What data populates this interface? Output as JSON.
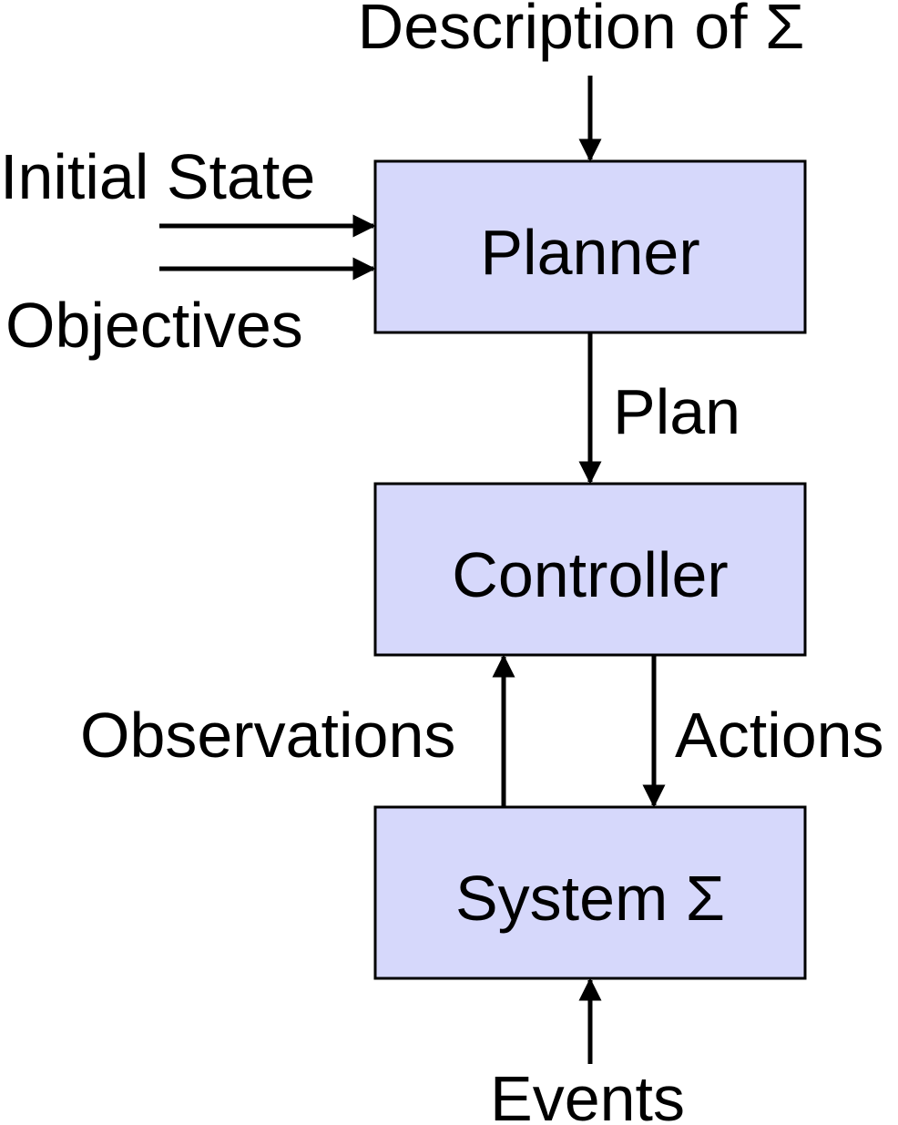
{
  "colors": {
    "box_fill": "#d6d8fb",
    "box_stroke": "#000000",
    "arrow": "#000000",
    "text": "#000000"
  },
  "boxes": {
    "planner": "Planner",
    "controller": "Controller",
    "system": "System Σ"
  },
  "labels": {
    "description": "Description of Σ",
    "initial_state": "Initial State",
    "objectives": "Objectives",
    "plan": "Plan",
    "observations": "Observations",
    "actions": "Actions",
    "events": "Events"
  }
}
